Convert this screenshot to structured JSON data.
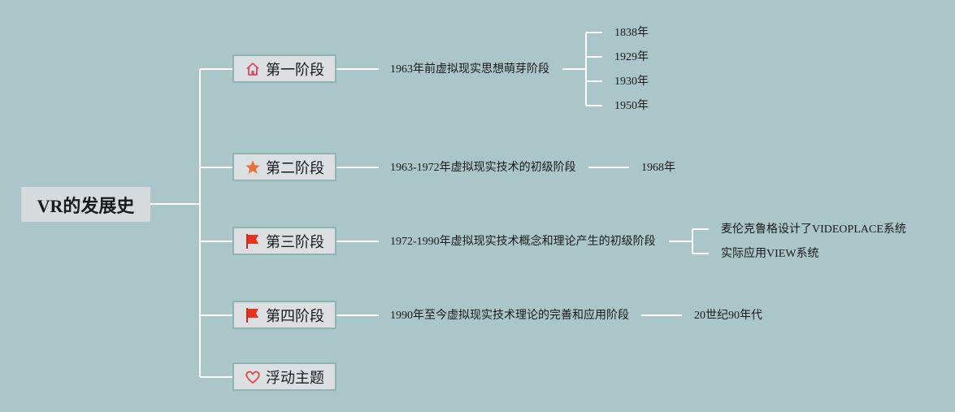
{
  "root": {
    "label": "VR的发展史"
  },
  "stages": [
    {
      "label": "第一阶段",
      "icon": "house-icon",
      "description": "1963年前虚拟现实思想萌芽阶段",
      "children": [
        "1838年",
        "1929年",
        "1930年",
        "1950年"
      ]
    },
    {
      "label": "第二阶段",
      "icon": "star-icon",
      "description": "1963-1972年虚拟现实技术的初级阶段",
      "children": [
        "1968年"
      ]
    },
    {
      "label": "第三阶段",
      "icon": "red-flag-icon",
      "description": "1972-1990年虚拟现实技术概念和理论产生的初级阶段",
      "children": [
        "麦伦克鲁格设计了VIDEOPLACE系统",
        "实际应用VIEW系统"
      ]
    },
    {
      "label": "第四阶段",
      "icon": "red-flag-icon",
      "description": "1990年至今虚拟现实技术理论的完善和应用阶段",
      "children": [
        "20世纪90年代"
      ]
    }
  ],
  "floating_topic": {
    "label": "浮动主题",
    "icon": "heart-icon"
  },
  "colors": {
    "background": "#abc6c8",
    "connector": "#ffffff",
    "node_fill": "#dcdfe2",
    "node_border": "#8fb3b2",
    "house_icon": "#d9455f",
    "star_icon": "#e8703a",
    "flag_icon": "#e8321e",
    "heart_icon": "#e0443a"
  }
}
